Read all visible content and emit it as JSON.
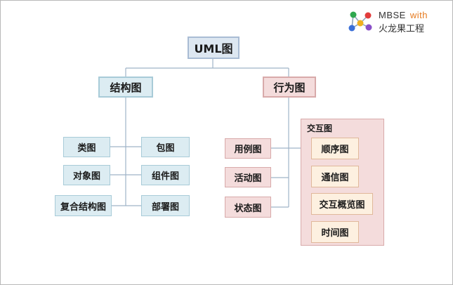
{
  "logo": {
    "name": "MBSE",
    "suffix": "with",
    "org": "火龙果工程"
  },
  "root": "UML图",
  "structure": {
    "title": "结构图",
    "items": [
      "类图",
      "包图",
      "对象图",
      "组件图",
      "复合结构图",
      "部署图"
    ]
  },
  "behavior": {
    "title": "行为图",
    "items": [
      "用例图",
      "活动图",
      "状态图"
    ],
    "interaction": {
      "title": "交互图",
      "items": [
        "顺序图",
        "通信图",
        "交互概览图",
        "时间图"
      ]
    }
  }
}
